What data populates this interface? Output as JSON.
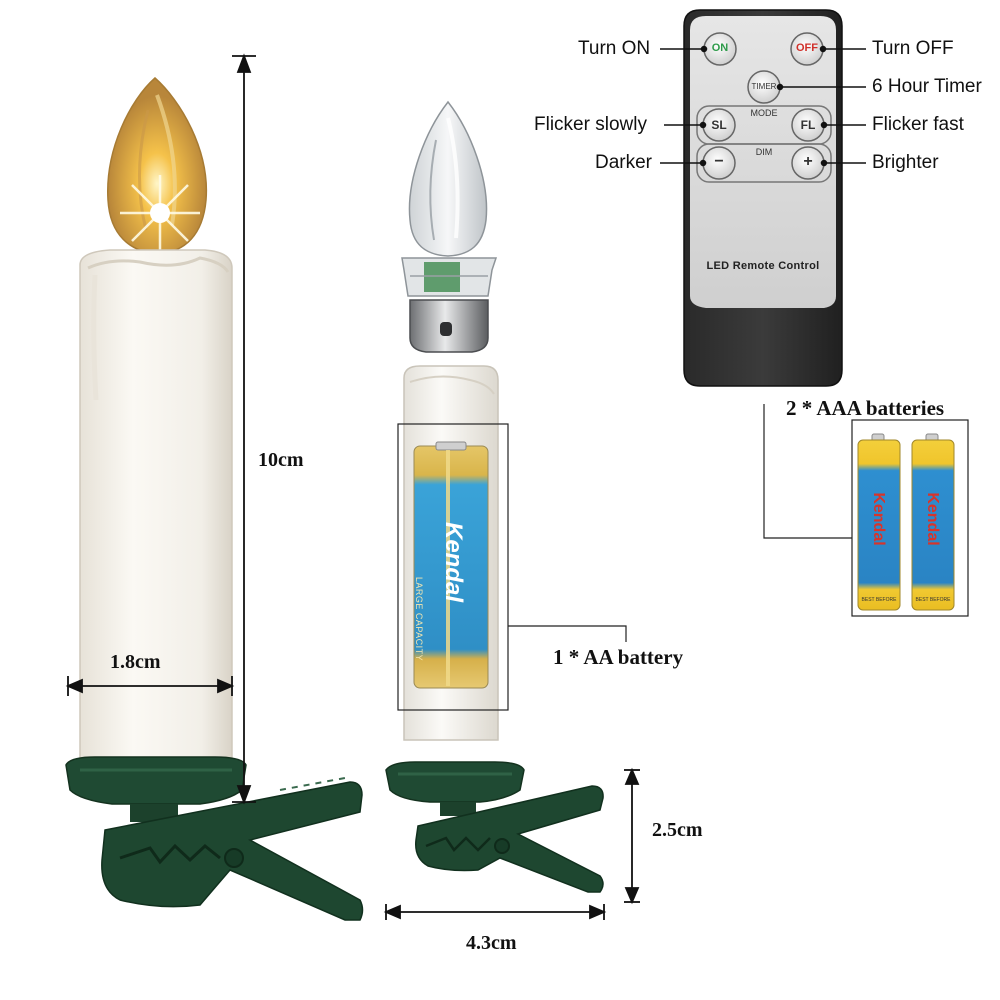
{
  "product": {
    "dimensions": {
      "height": "10cm",
      "width": "1.8cm",
      "clip_height": "2.5cm",
      "clip_width": "4.3cm"
    },
    "battery_labels": {
      "aa": "1 * AA battery",
      "aaa": "2 * AAA batteries"
    },
    "battery_brand": "Kendal",
    "battery_print": {
      "capacity": "LARGE CAPACITY",
      "best_before": "BEST BEFORE"
    }
  },
  "remote": {
    "title": "LED Remote Control",
    "buttons": {
      "on": "ON",
      "off": "OFF",
      "timer": "TIMER",
      "sl": "SL",
      "fl": "FL",
      "minus": "−",
      "plus": "+"
    },
    "groups": {
      "mode": "MODE",
      "dim": "DIM"
    },
    "callouts": {
      "turn_on": "Turn ON",
      "turn_off": "Turn OFF",
      "timer": "6 Hour Timer",
      "flicker_slow": "Flicker slowly",
      "flicker_fast": "Flicker fast",
      "darker": "Darker",
      "brighter": "Brighter"
    },
    "colors": {
      "on_text": "#2e9b4a",
      "off_text": "#d0302a",
      "body": "#1f1f1f",
      "panel": "#d8d8d8"
    }
  }
}
